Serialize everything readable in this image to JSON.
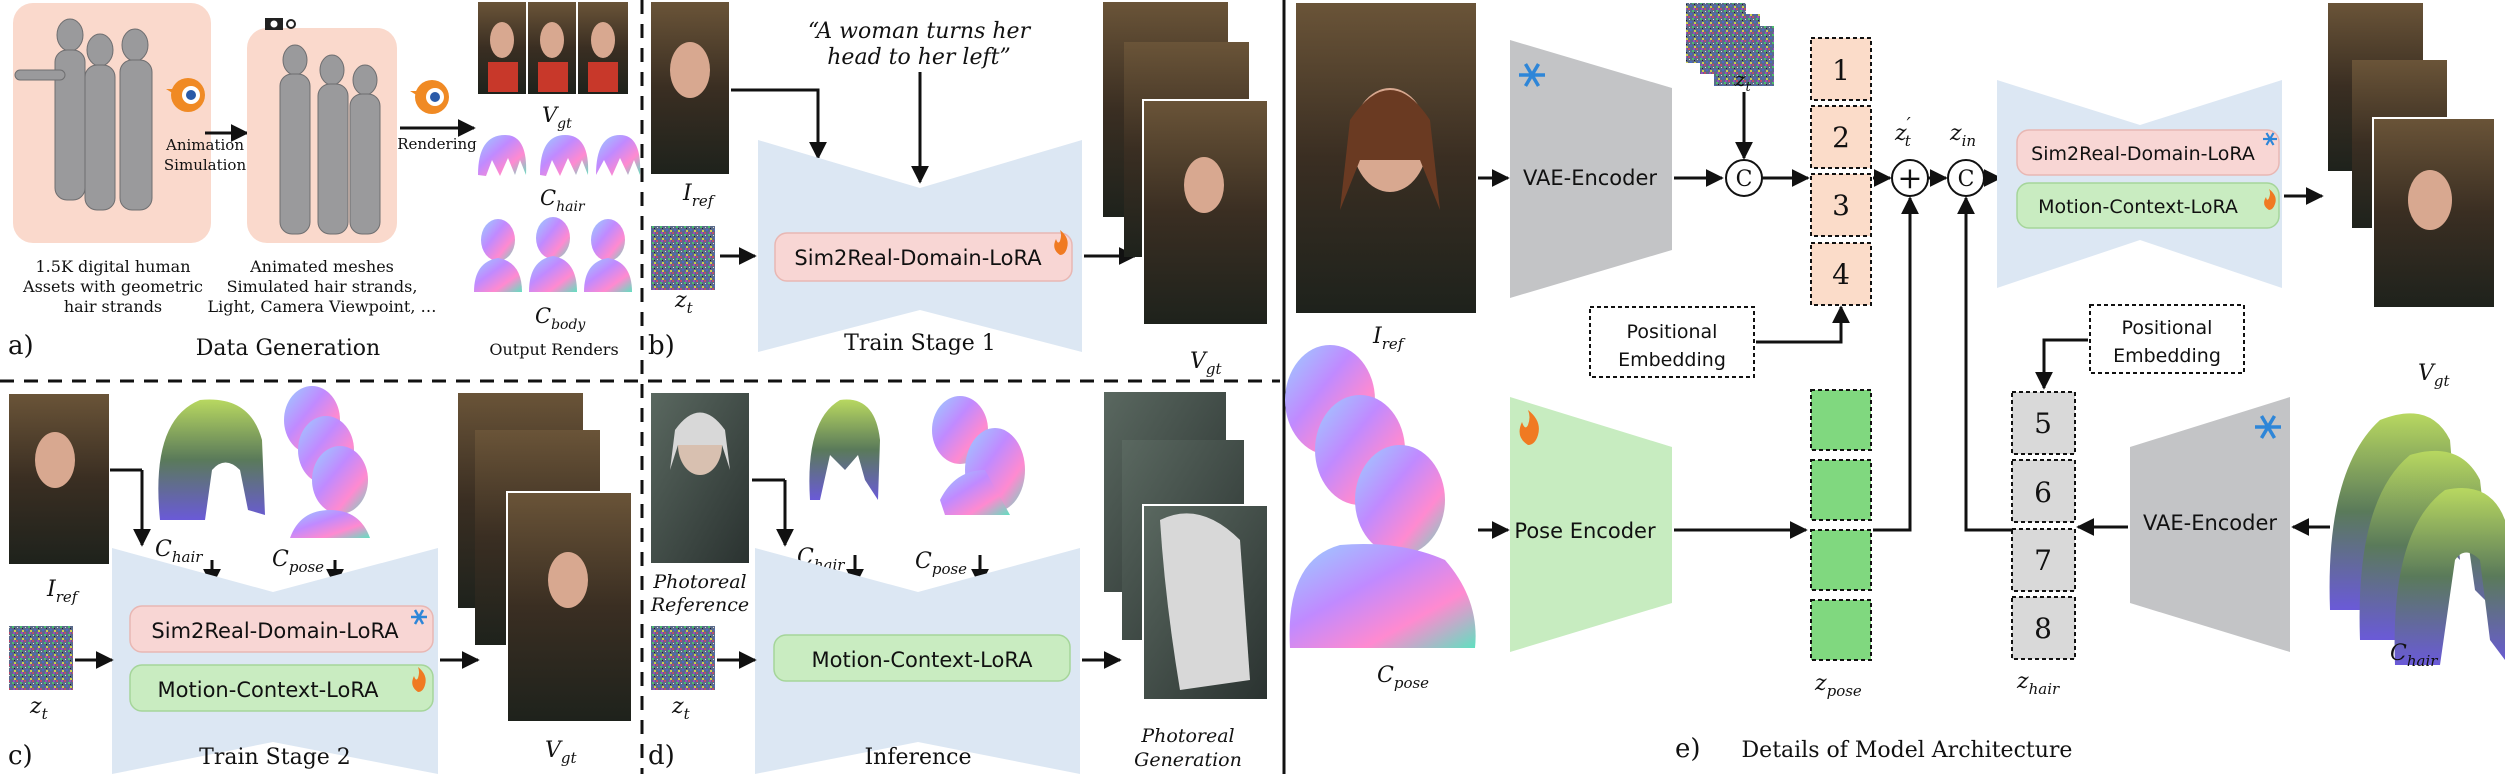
{
  "colors": {
    "lora_pink": "#f8d6d4",
    "lora_pink_edge": "#e8b7b3",
    "lora_green": "#c9ecc1",
    "lora_green_edge": "#a5d59a",
    "unet_blue": "#dce7f3",
    "vae_gray": "#c3c4c6",
    "pose_green": "#c7ecc0",
    "token_peach": "#fbdcc9",
    "token_green": "#80d87f",
    "token_gray": "#d9d9d9",
    "snow": "#2e86d8",
    "fire": "#f07a22",
    "noise": "#6a6a8c"
  },
  "panel_a": {
    "letter": "a)",
    "title": "Data Generation",
    "assets_caption": [
      "1.5K digital human",
      "Assets with geometric",
      "hair strands"
    ],
    "arrow1_label": [
      "Animation",
      "Simulation"
    ],
    "meshes_caption": [
      "Animated meshes",
      "Simulated hair strands,",
      "Light, Camera Viewpoint, …"
    ],
    "arrow2_label": "Rendering",
    "vgt": "V",
    "vgt_sub": "gt",
    "chair": "C",
    "chair_sub": "hair",
    "cbody": "C",
    "cbody_sub": "body",
    "output_caption": "Output Renders",
    "blender_icon": "blender-logo-icon",
    "camera_icon": "camera-light-icon"
  },
  "panel_b": {
    "letter": "b)",
    "prompt": [
      "“A woman turns her",
      "head to her left”"
    ],
    "iref": "I",
    "iref_sub": "ref",
    "zt": "z",
    "zt_sub": "t",
    "lora": "Sim2Real-Domain-LoRA",
    "stage": "Train Stage 1",
    "vgt": "V",
    "vgt_sub": "gt"
  },
  "panel_c": {
    "letter": "c)",
    "iref": "I",
    "iref_sub": "ref",
    "chair": "C",
    "chair_sub": "hair",
    "cpose": "C",
    "cpose_sub": "pose",
    "zt": "z",
    "zt_sub": "t",
    "lora1": "Sim2Real-Domain-LoRA",
    "lora2": "Motion-Context-LoRA",
    "stage": "Train Stage 2",
    "vgt": "V",
    "vgt_sub": "gt"
  },
  "panel_d": {
    "letter": "d)",
    "ref_caption": [
      "Photoreal",
      "Reference"
    ],
    "chair": "C",
    "chair_sub": "hair",
    "cpose": "C",
    "cpose_sub": "pose",
    "zt": "z",
    "zt_sub": "t",
    "lora": "Motion-Context-LoRA",
    "stage": "Inference",
    "gen_caption": [
      "Photoreal",
      "Generation"
    ]
  },
  "panel_e": {
    "letter": "e)",
    "title": "Details of Model Architecture",
    "iref": "I",
    "iref_sub": "ref",
    "vae_top": "VAE-Encoder",
    "zt": "z",
    "zt_sub": "t",
    "concat": "C",
    "tokens_top": [
      "1",
      "2",
      "3",
      "4"
    ],
    "zt_prime": "z",
    "zt_prime_sub": "t",
    "zt_prime_sup": "′",
    "plus": "+",
    "zin": "z",
    "zin_sub": "in",
    "pos_emb": [
      "Positional",
      "Embedding"
    ],
    "lora1": "Sim2Real-Domain-LoRA",
    "lora2": "Motion-Context-LoRA",
    "vgt": "V",
    "vgt_sub": "gt",
    "cpose": "C",
    "cpose_sub": "pose",
    "pose_encoder": "Pose Encoder",
    "zpose": "z",
    "zpose_sub": "pose",
    "pos_emb2": [
      "Positional",
      "Embedding"
    ],
    "tokens_bottom": [
      "5",
      "6",
      "7",
      "8"
    ],
    "zhair": "z",
    "zhair_sub": "hair",
    "vae_bottom": "VAE-Encoder",
    "chair": "C",
    "chair_sub": "hair"
  }
}
